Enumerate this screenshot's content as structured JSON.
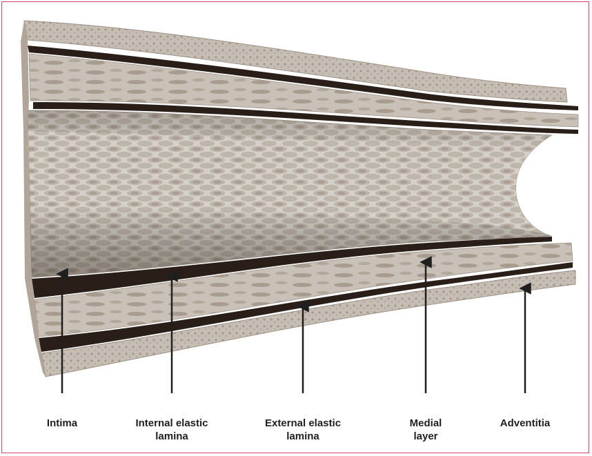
{
  "labels": {
    "intima": {
      "line1": "Intima",
      "line2": ""
    },
    "internal_elastic_lamina": {
      "line1": "Internal elastic",
      "line2": "lamina"
    },
    "external_elastic_lamina": {
      "line1": "External elastic",
      "line2": "lamina"
    },
    "medial_layer": {
      "line1": "Medial",
      "line2": "layer"
    },
    "adventitia": {
      "line1": "Adventitia",
      "line2": ""
    }
  },
  "colors": {
    "frame": "#d6456b",
    "vessel_light": "#e2ddd6",
    "vessel_mid": "#b8aea3",
    "vessel_dark": "#8d8174",
    "lamina": "#2a1f18",
    "arrow": "#1f1f1f",
    "text": "#1f1f1f"
  }
}
